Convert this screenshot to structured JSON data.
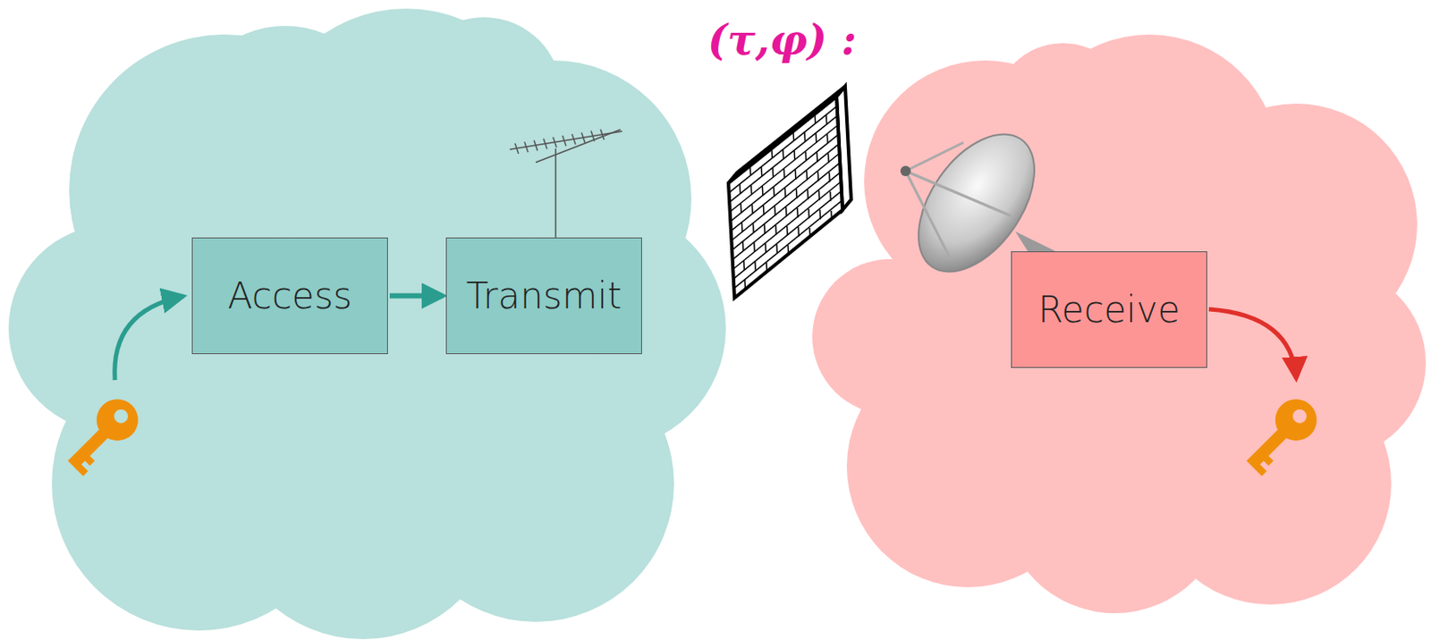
{
  "diagram": {
    "nodes": [
      {
        "text": [
          "Access"
        ]
      },
      {
        "text": [
          "Transmit"
        ]
      },
      {
        "text": [
          "Receive"
        ]
      }
    ],
    "edges": [
      {
        "from": 0,
        "to": 1,
        "arrow": "to"
      }
    ],
    "labels": [
      "(τ,φ) :"
    ]
  }
}
